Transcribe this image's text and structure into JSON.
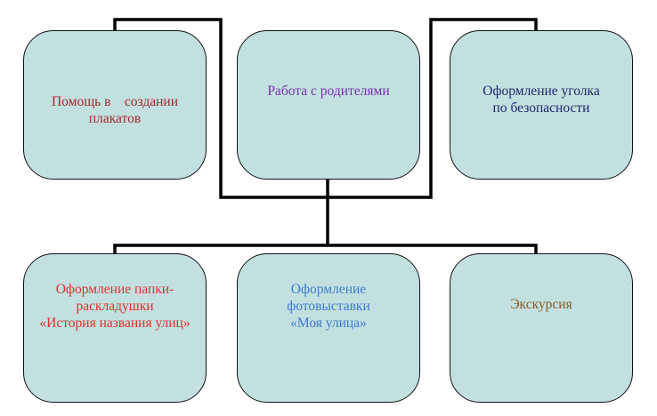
{
  "top_row": [
    {
      "lines": [
        "Помощь в    создании",
        "плакатов"
      ],
      "color": "#a3282b"
    },
    {
      "lines": [
        "Работа с родителями"
      ],
      "color": "#7433a8"
    },
    {
      "lines": [
        "Оформление уголка",
        "по безопасности"
      ],
      "color": "#1c2a6a"
    }
  ],
  "bottom_row": [
    {
      "lines": [
        "Оформление папки-",
        "раскладушки",
        "«История названия улиц»"
      ],
      "color": "#e0302e"
    },
    {
      "lines": [
        "Оформление",
        "фотовыставки",
        "«Моя улица»"
      ],
      "color": "#3d7cc9"
    },
    {
      "lines": [
        "Экскурсия"
      ],
      "color": "#8a5a22"
    }
  ]
}
